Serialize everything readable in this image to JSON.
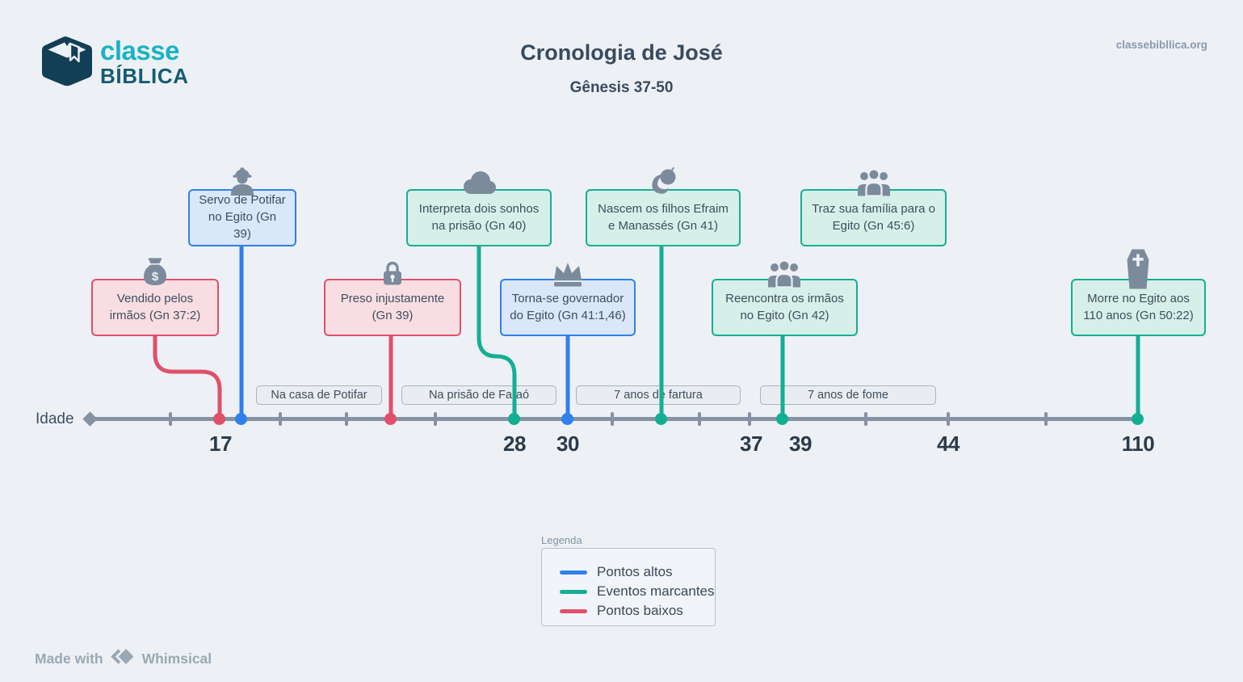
{
  "header": {
    "brand_line1": "classe",
    "brand_line2": "BÍBLICA",
    "title": "Cronologia de José",
    "subtitle": "Gênesis 37-50",
    "site": "classebibllica.org"
  },
  "timeline": {
    "axis_label": "Idade",
    "ages": [
      "17",
      "28",
      "30",
      "37",
      "39",
      "44",
      "110"
    ],
    "periods": [
      "Na casa de Potifar",
      "Na prisão de Faraó",
      "7 anos de fartura",
      "7 anos de fome"
    ]
  },
  "events": [
    {
      "label": "Vendido pelos irmãos (Gn 37:2)",
      "type": "ponto-baixo",
      "icon": "money-bag-icon"
    },
    {
      "label": "Servo de Potifar no Egito (Gn 39)",
      "type": "ponto-alto",
      "icon": "worker-icon"
    },
    {
      "label": "Preso injustamente (Gn 39)",
      "type": "ponto-baixo",
      "icon": "padlock-icon"
    },
    {
      "label": "Interpreta dois sonhos na prisão (Gn 40)",
      "type": "evento-marcante",
      "icon": "cloud-icon"
    },
    {
      "label": "Torna-se governador do Egito (Gn 41:1,46)",
      "type": "ponto-alto",
      "icon": "crown-icon"
    },
    {
      "label": "Nascem os filhos Efraim e Manassés (Gn 41)",
      "type": "evento-marcante",
      "icon": "baby-icon"
    },
    {
      "label": "Reencontra os irmãos no Egito (Gn 42)",
      "type": "evento-marcante",
      "icon": "people-group-icon"
    },
    {
      "label": "Traz sua família para o Egito (Gn 45:6)",
      "type": "evento-marcante",
      "icon": "people-group-icon"
    },
    {
      "label": "Morre no Egito aos 110 anos (Gn 50:22)",
      "type": "evento-marcante",
      "icon": "coffin-icon"
    }
  ],
  "legend": {
    "title": "Legenda",
    "items": [
      {
        "label": "Pontos altos",
        "color": "#2f80ed"
      },
      {
        "label": "Eventos marcantes",
        "color": "#14ae93"
      },
      {
        "label": "Pontos baixos",
        "color": "#e0506a"
      }
    ]
  },
  "footer": {
    "made_with": "Made with",
    "brand": "Whimsical"
  },
  "colors": {
    "background": "#edf1f6",
    "high_blue": "#2f80ed",
    "milestone_teal": "#14ae93",
    "low_red": "#e0506a",
    "icon_gray": "#7c8b9c",
    "timeline_gray": "#8592a4",
    "brand_teal": "#1ab3c3",
    "brand_dark_teal": "#145c72"
  }
}
